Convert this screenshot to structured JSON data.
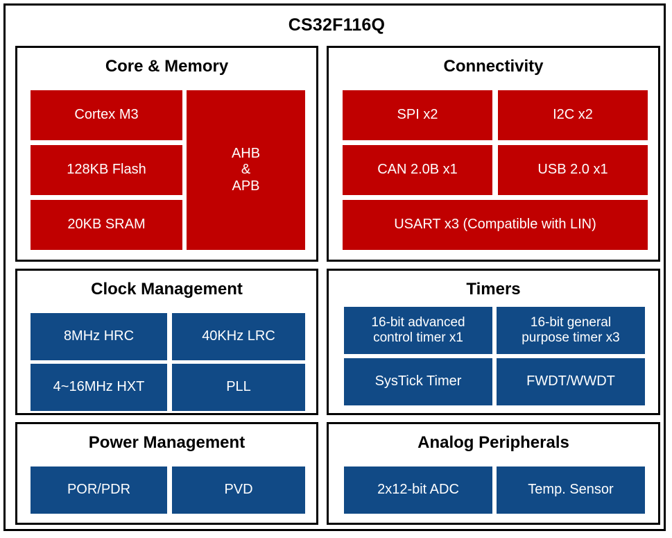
{
  "chip": {
    "title": "CS32F116Q"
  },
  "colors": {
    "red_block": "#C00000",
    "blue_block": "#114A86",
    "border": "#000000",
    "background": "#FFFFFF",
    "block_text": "#FFFFFF"
  },
  "panels": {
    "core_memory": {
      "title": "Core & Memory",
      "blocks": {
        "cortex": "Cortex M3",
        "flash": "128KB Flash",
        "sram": "20KB SRAM",
        "bus_line1": "AHB",
        "bus_line2": "&",
        "bus_line3": "APB"
      }
    },
    "connectivity": {
      "title": "Connectivity",
      "blocks": {
        "spi": "SPI x2",
        "i2c": "I2C x2",
        "can": "CAN 2.0B x1",
        "usb": "USB 2.0 x1",
        "usart": "USART x3 (Compatible with LIN)"
      }
    },
    "clock_management": {
      "title": "Clock Management",
      "blocks": {
        "hrc": "8MHz HRC",
        "lrc": "40KHz LRC",
        "hxt": "4~16MHz HXT",
        "pll": "PLL"
      }
    },
    "timers": {
      "title": "Timers",
      "blocks": {
        "advanced_line1": "16-bit advanced",
        "advanced_line2": "control timer x1",
        "general_line1": "16-bit general",
        "general_line2": "purpose timer x3",
        "systick": "SysTick Timer",
        "watchdog": "FWDT/WWDT"
      }
    },
    "power_management": {
      "title": "Power Management",
      "blocks": {
        "por_pdr": "POR/PDR",
        "pvd": "PVD"
      }
    },
    "analog_peripherals": {
      "title": "Analog Peripherals",
      "blocks": {
        "adc": "2x12-bit ADC",
        "temp_sensor": "Temp. Sensor"
      }
    }
  }
}
